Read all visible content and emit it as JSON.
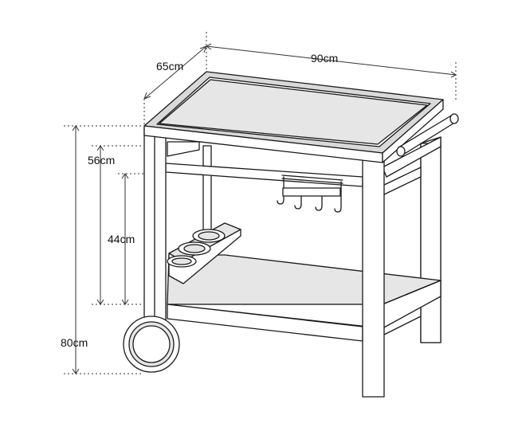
{
  "dimensions": {
    "width": "90cm",
    "depth": "65cm",
    "total_height": "80cm",
    "top_shelf_height": "56cm",
    "lower_shelf_gap": "44cm"
  }
}
